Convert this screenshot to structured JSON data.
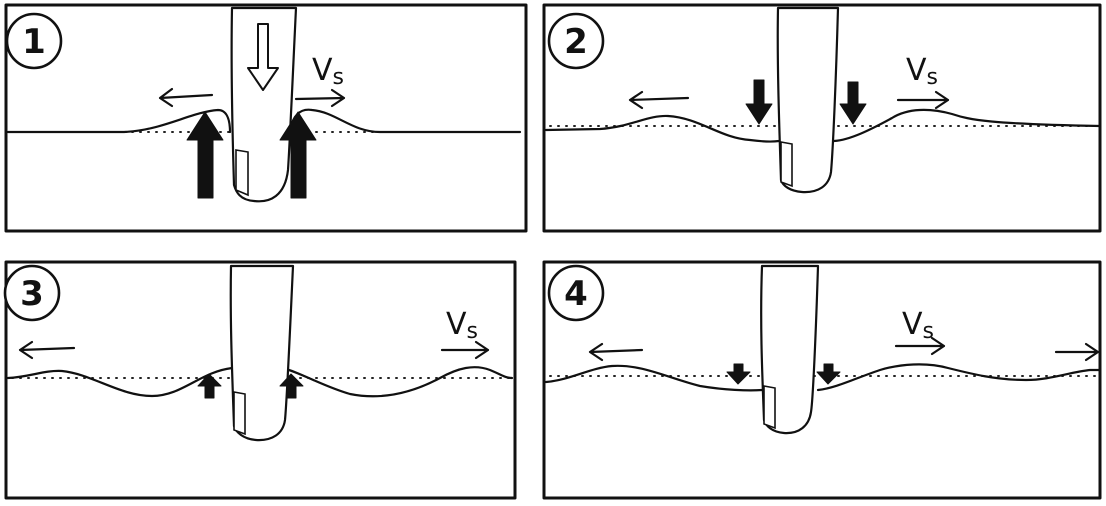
{
  "panels": [
    {
      "number": "1",
      "velocity_label": "V",
      "velocity_subscript": "s",
      "push": "up"
    },
    {
      "number": "2",
      "velocity_label": "V",
      "velocity_subscript": "s",
      "push": "down"
    },
    {
      "number": "3",
      "velocity_label": "V",
      "velocity_subscript": "s",
      "push": "up"
    },
    {
      "number": "4",
      "velocity_label": "V",
      "velocity_subscript": "s",
      "push": "down"
    }
  ],
  "colors": {
    "ink": "#111111",
    "paper": "#ffffff"
  },
  "icons": [
    "finger-icon",
    "force-arrow-icon",
    "wave-direction-arrow-icon",
    "dotted-rest-level"
  ]
}
